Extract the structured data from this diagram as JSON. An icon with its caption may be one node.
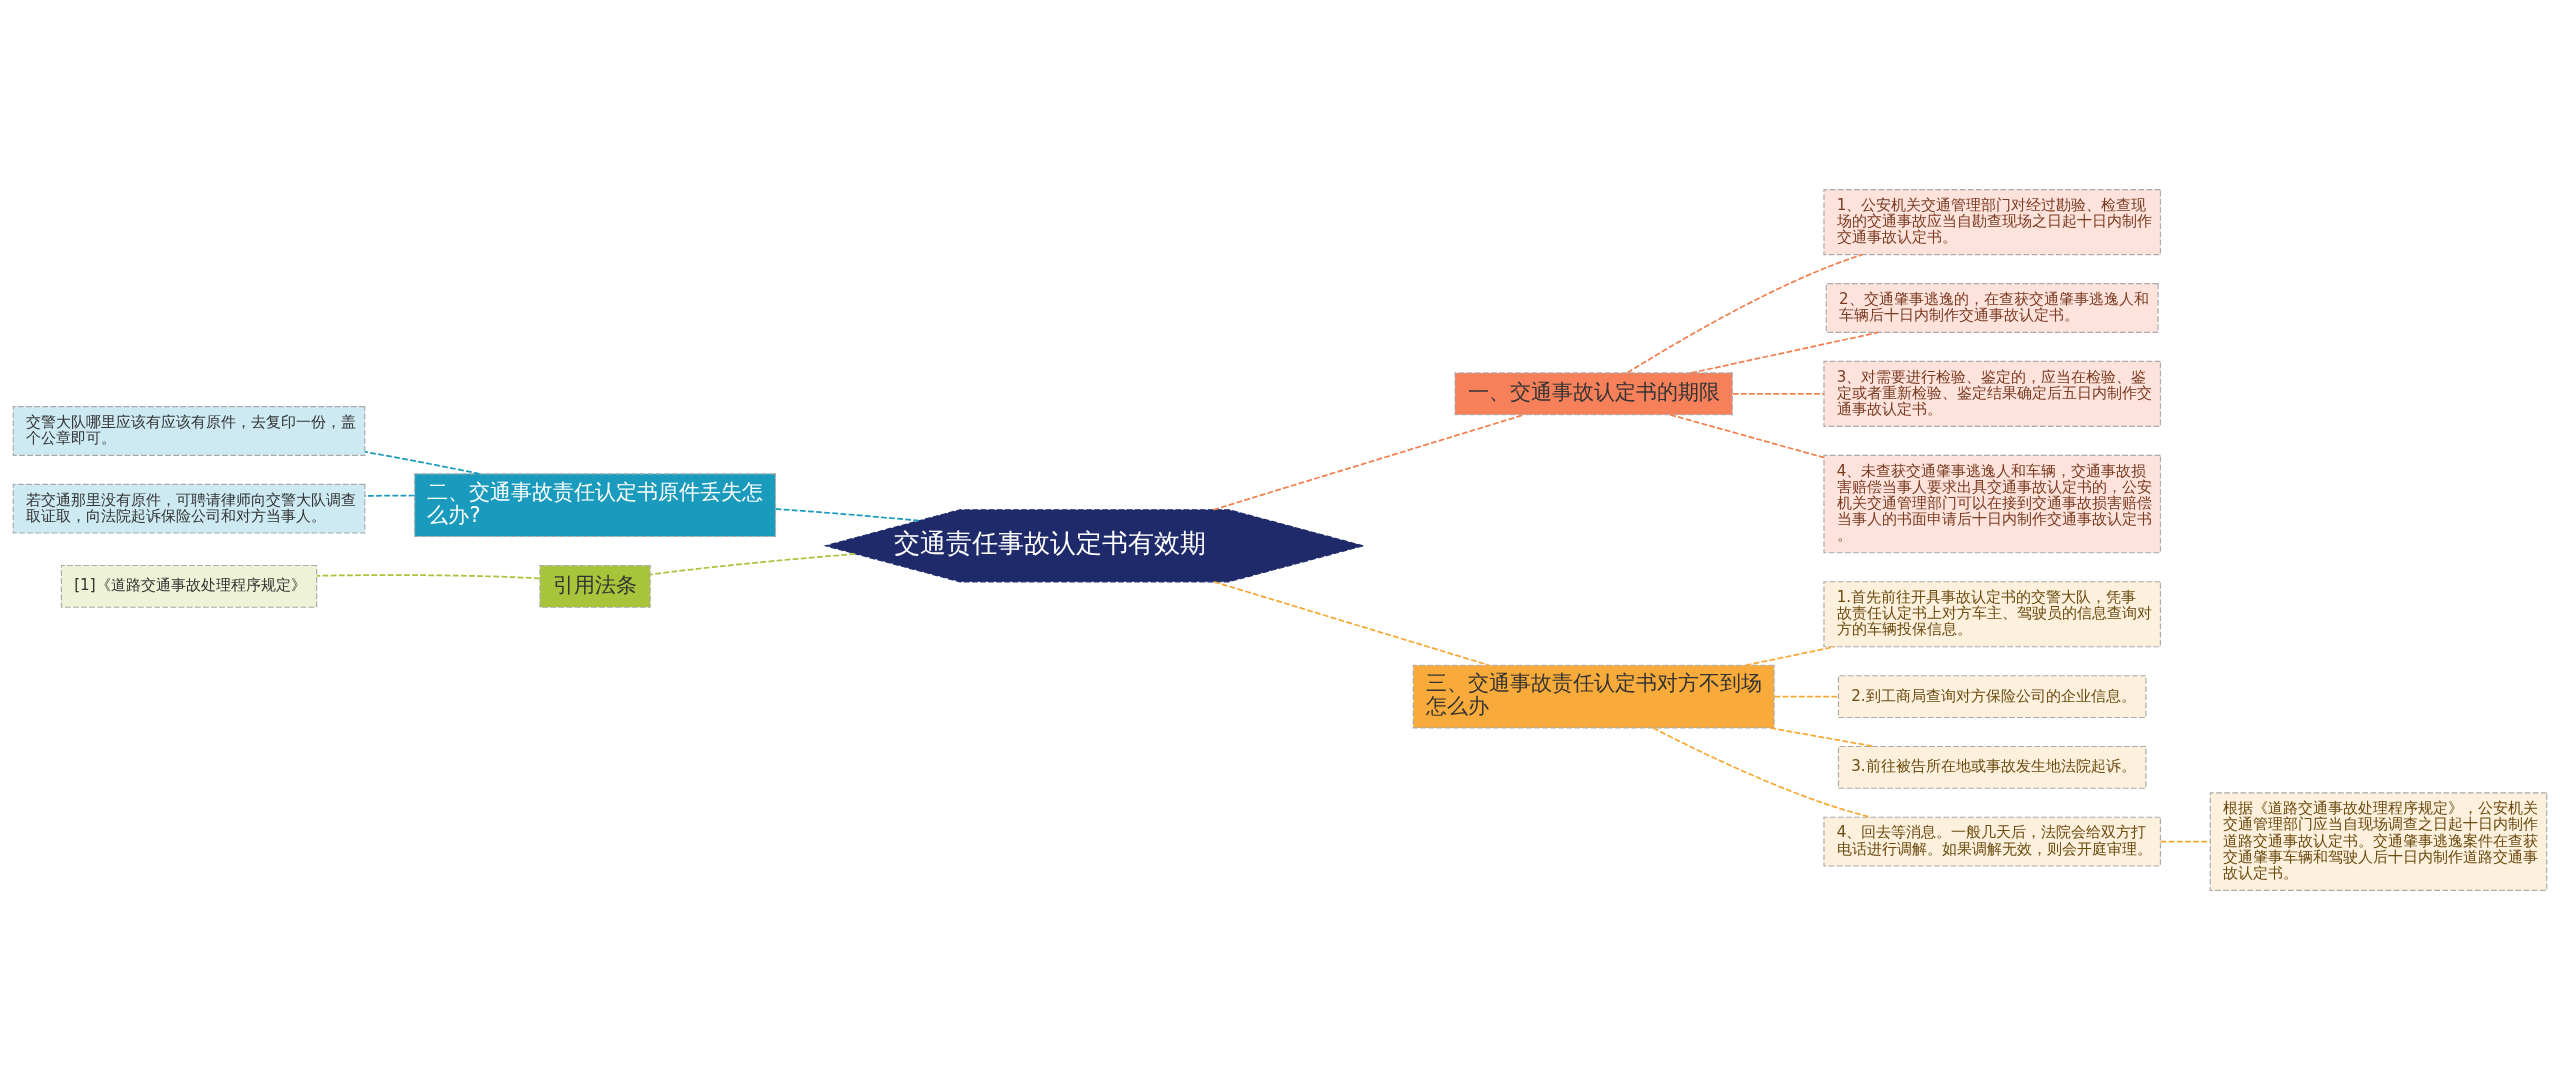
{
  "diagram": {
    "nodes": [
      {
        "text": [
          "交通责任事故认定书有效期"
        ]
      },
      {
        "text": [
          "二、交通事故责任认定书原件丢失怎么办?"
        ]
      },
      {
        "text": [
          "交警大队哪里应该有应该有原件，去复印一份，盖个公章即可。"
        ]
      },
      {
        "text": [
          "若交通那里没有原件，可聘请律师向交警大队调查取证取，向法院起诉保险公司和对方当事人。"
        ]
      },
      {
        "text": [
          "引用法条"
        ]
      },
      {
        "text": [
          "[1]《道路交通事故处理程序规定》"
        ]
      },
      {
        "text": [
          "一、交通事故认定书的期限"
        ]
      },
      {
        "text": [
          "1、公安机关交通管理部门对经过勘验、检查现场的交通事故应当自勘查现场之日起十日内制作交通事故认定书。"
        ]
      },
      {
        "text": [
          "2、交通肇事逃逸的，在查获交通肇事逃逸人和车辆后十日内制作交通事故认定书。"
        ]
      },
      {
        "text": [
          "3、对需要进行检验、鉴定的，应当在检验、鉴定或者重新检验、鉴定结果确定后五日内制作交通事故认定书。"
        ]
      },
      {
        "text": [
          "4、未查获交通肇事逃逸人和车辆，交通事故损害赔偿当事人要求出具交通事故认定书的，公安机关交通管理部门可以在接到交通事故损害赔偿当事人的书面申请后十日内制作交通事故认定书。"
        ]
      },
      {
        "text": [
          "三、交通事故责任认定书对方不到场怎么办"
        ]
      },
      {
        "text": [
          "1.首先前往开具事故认定书的交警大队，凭事故责任认定书上对方车主、驾驶员的信息查询对方的车辆投保信息。"
        ]
      },
      {
        "text": [
          "2.到工商局查询对方保险公司的企业信息。"
        ]
      },
      {
        "text": [
          "3.前往被告所在地或事故发生地法院起诉。"
        ]
      },
      {
        "text": [
          "4、回去等消息。一般几天后，法院会给双方打电话进行调解。如果调解无效，则会开庭审理。"
        ]
      },
      {
        "text": [
          "根据《道路交通事故处理程序规定》，公安机关交通管理部门应当自现场调查之日起十日内制作道路交通事故认定书。交通肇事逃逸案件在查获交通肇事车辆和驾驶人后十日内制作道路交通事故认定书。"
        ]
      }
    ],
    "edges": [
      {
        "from": 0,
        "to": 1,
        "arrow": "none",
        "style": "dashed",
        "color": "#1a9bbd"
      },
      {
        "from": 1,
        "to": 2,
        "arrow": "none",
        "style": "dashed",
        "color": "#1a9bbd"
      },
      {
        "from": 1,
        "to": 3,
        "arrow": "none",
        "style": "dashed",
        "color": "#1a9bbd"
      },
      {
        "from": 0,
        "to": 4,
        "arrow": "none",
        "style": "dashed",
        "color": "#a8c43a"
      },
      {
        "from": 4,
        "to": 5,
        "arrow": "none",
        "style": "dashed",
        "color": "#a8c43a"
      },
      {
        "from": 0,
        "to": 6,
        "arrow": "none",
        "style": "dashed",
        "color": "#f08050"
      },
      {
        "from": 6,
        "to": 7,
        "arrow": "none",
        "style": "dashed",
        "color": "#f08050"
      },
      {
        "from": 6,
        "to": 8,
        "arrow": "none",
        "style": "dashed",
        "color": "#f08050"
      },
      {
        "from": 6,
        "to": 9,
        "arrow": "none",
        "style": "dashed",
        "color": "#f08050"
      },
      {
        "from": 6,
        "to": 10,
        "arrow": "none",
        "style": "dashed",
        "color": "#f08050"
      },
      {
        "from": 0,
        "to": 11,
        "arrow": "none",
        "style": "dashed",
        "color": "#f5a833"
      },
      {
        "from": 11,
        "to": 12,
        "arrow": "none",
        "style": "dashed",
        "color": "#f5a833"
      },
      {
        "from": 11,
        "to": 13,
        "arrow": "none",
        "style": "dashed",
        "color": "#f5a833"
      },
      {
        "from": 11,
        "to": 14,
        "arrow": "none",
        "style": "dashed",
        "color": "#f5a833"
      },
      {
        "from": 11,
        "to": 15,
        "arrow": "none",
        "style": "dashed",
        "color": "#f5a833"
      },
      {
        "from": 15,
        "to": 16,
        "arrow": "none",
        "style": "dashed",
        "color": "#f5a833"
      }
    ]
  }
}
